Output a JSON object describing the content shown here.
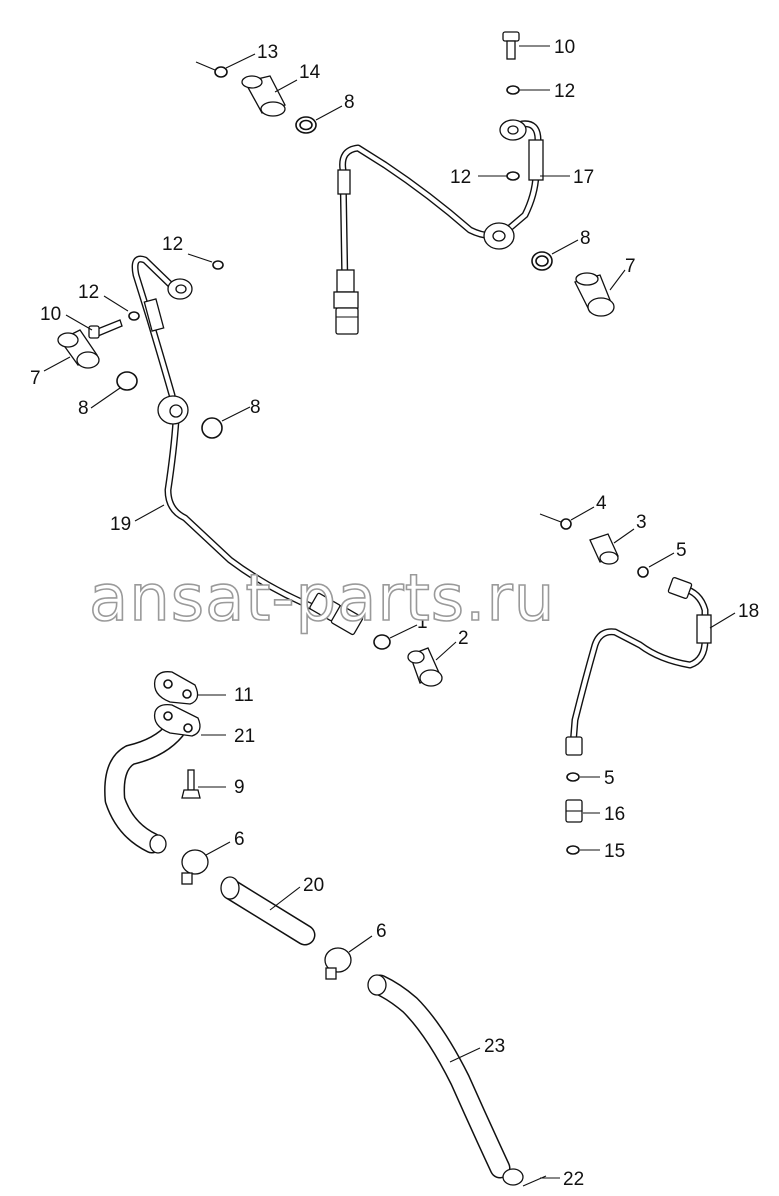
{
  "watermark": "ansat-parts.ru",
  "callouts": {
    "c1": "1",
    "c2": "2",
    "c3": "3",
    "c4": "4",
    "c5a": "5",
    "c5b": "5",
    "c6a": "6",
    "c6b": "6",
    "c7a": "7",
    "c7b": "7",
    "c8a": "8",
    "c8b": "8",
    "c8c": "8",
    "c8d": "8",
    "c9": "9",
    "c10a": "10",
    "c10b": "10",
    "c11": "11",
    "c12a": "12",
    "c12b": "12",
    "c12c": "12",
    "c12d": "12",
    "c13": "13",
    "c14": "14",
    "c15": "15",
    "c16": "16",
    "c17": "17",
    "c18": "18",
    "c19": "19",
    "c20": "20",
    "c21": "21",
    "c22": "22",
    "c23": "23"
  }
}
